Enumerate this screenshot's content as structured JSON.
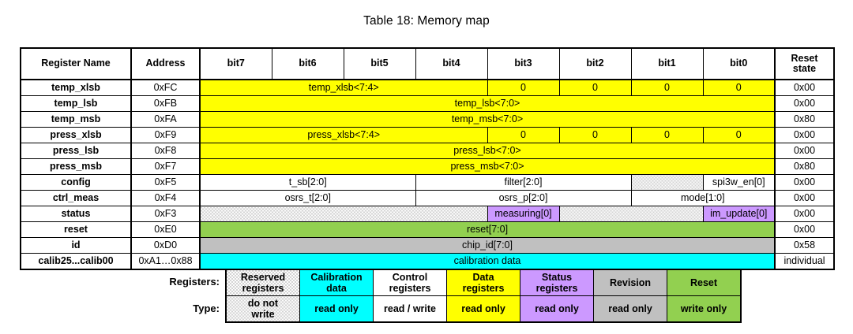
{
  "caption": "Table 18: Memory map",
  "table": {
    "headers": [
      "Register Name",
      "Address",
      "bit7",
      "bit6",
      "bit5",
      "bit4",
      "bit3",
      "bit2",
      "bit1",
      "bit0",
      "Reset state"
    ],
    "reset_state_line1": "Reset",
    "reset_state_line2": "state",
    "rows": [
      {
        "name": "temp_xlsb",
        "address": "0xFC",
        "reset": "0x00",
        "cells": [
          {
            "text": "temp_xlsb<7:4>",
            "span": 4,
            "fill": "data"
          },
          {
            "text": "0",
            "span": 1,
            "fill": "data"
          },
          {
            "text": "0",
            "span": 1,
            "fill": "data"
          },
          {
            "text": "0",
            "span": 1,
            "fill": "data"
          },
          {
            "text": "0",
            "span": 1,
            "fill": "data"
          }
        ]
      },
      {
        "name": "temp_lsb",
        "address": "0xFB",
        "reset": "0x00",
        "cells": [
          {
            "text": "temp_lsb<7:0>",
            "span": 8,
            "fill": "data"
          }
        ]
      },
      {
        "name": "temp_msb",
        "address": "0xFA",
        "reset": "0x80",
        "cells": [
          {
            "text": "temp_msb<7:0>",
            "span": 8,
            "fill": "data"
          }
        ]
      },
      {
        "name": "press_xlsb",
        "address": "0xF9",
        "reset": "0x00",
        "cells": [
          {
            "text": "press_xlsb<7:4>",
            "span": 4,
            "fill": "data"
          },
          {
            "text": "0",
            "span": 1,
            "fill": "data"
          },
          {
            "text": "0",
            "span": 1,
            "fill": "data"
          },
          {
            "text": "0",
            "span": 1,
            "fill": "data"
          },
          {
            "text": "0",
            "span": 1,
            "fill": "data"
          }
        ]
      },
      {
        "name": "press_lsb",
        "address": "0xF8",
        "reset": "0x00",
        "cells": [
          {
            "text": "press_lsb<7:0>",
            "span": 8,
            "fill": "data"
          }
        ]
      },
      {
        "name": "press_msb",
        "address": "0xF7",
        "reset": "0x80",
        "cells": [
          {
            "text": "press_msb<7:0>",
            "span": 8,
            "fill": "data"
          }
        ]
      },
      {
        "name": "config",
        "address": "0xF5",
        "reset": "0x00",
        "cells": [
          {
            "text": "t_sb[2:0]",
            "span": 3,
            "fill": "ctrl"
          },
          {
            "text": "filter[2:0]",
            "span": 3,
            "fill": "ctrl"
          },
          {
            "text": "",
            "span": 1,
            "fill": "reserved"
          },
          {
            "text": "spi3w_en[0]",
            "span": 1,
            "fill": "ctrl"
          }
        ]
      },
      {
        "name": "ctrl_meas",
        "address": "0xF4",
        "reset": "0x00",
        "cells": [
          {
            "text": "osrs_t[2:0]",
            "span": 3,
            "fill": "ctrl"
          },
          {
            "text": "osrs_p[2:0]",
            "span": 3,
            "fill": "ctrl"
          },
          {
            "text": "mode[1:0]",
            "span": 2,
            "fill": "ctrl"
          }
        ]
      },
      {
        "name": "status",
        "address": "0xF3",
        "reset": "0x00",
        "cells": [
          {
            "text": "",
            "span": 4,
            "fill": "reserved"
          },
          {
            "text": "measuring[0]",
            "span": 1,
            "fill": "status"
          },
          {
            "text": "",
            "span": 2,
            "fill": "reserved"
          },
          {
            "text": "im_update[0]",
            "span": 1,
            "fill": "status"
          }
        ]
      },
      {
        "name": "reset",
        "address": "0xE0",
        "reset": "0x00",
        "cells": [
          {
            "text": "reset[7:0]",
            "span": 8,
            "fill": "reset"
          }
        ]
      },
      {
        "name": "id",
        "address": "0xD0",
        "reset": "0x58",
        "cells": [
          {
            "text": "chip_id[7:0]",
            "span": 8,
            "fill": "rev"
          }
        ]
      },
      {
        "name": "calib25...calib00",
        "address": "0xA1…0x88",
        "reset": "individual",
        "cells": [
          {
            "text": "calibration data",
            "span": 8,
            "fill": "calib"
          }
        ]
      }
    ]
  },
  "legend": {
    "registers_label": "Registers:",
    "type_label": "Type:",
    "items": [
      {
        "name_line1": "Reserved",
        "name_line2": "registers",
        "type_line1": "do not",
        "type_line2": "write",
        "fill": "reserved"
      },
      {
        "name_line1": "Calibration",
        "name_line2": "data",
        "type_line1": "read only",
        "type_line2": "",
        "fill": "calib"
      },
      {
        "name_line1": "Control",
        "name_line2": "registers",
        "type_line1": "read / write",
        "type_line2": "",
        "fill": "ctrl"
      },
      {
        "name_line1": "Data",
        "name_line2": "registers",
        "type_line1": "read only",
        "type_line2": "",
        "fill": "data"
      },
      {
        "name_line1": "Status",
        "name_line2": "registers",
        "type_line1": "read only",
        "type_line2": "",
        "fill": "status"
      },
      {
        "name_line1": "Revision",
        "name_line2": "",
        "type_line1": "read only",
        "type_line2": "",
        "fill": "rev"
      },
      {
        "name_line1": "Reset",
        "name_line2": "",
        "type_line1": "write only",
        "type_line2": "",
        "fill": "reset"
      }
    ]
  },
  "colors": {
    "data": "#FFFF00",
    "status": "#CC99FF",
    "reset": "#92D050",
    "revision": "#C0C0C0",
    "calibration": "#00FFFF",
    "control": "#FFFFFF",
    "reserved": "#D4D4D4"
  }
}
